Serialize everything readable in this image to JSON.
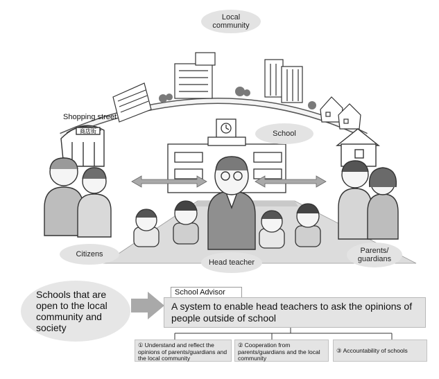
{
  "labels": {
    "local_community": "Local\ncommunity",
    "shopping_street": "Shopping street",
    "shop_sign": "商店街",
    "school": "School",
    "citizens": "Citizens",
    "head_teacher": "Head teacher",
    "parents_guardians": "Parents/\nguardians"
  },
  "bottom": {
    "left_text": "Schools that are open to the local community and society",
    "advisor_tag": "School Advisor",
    "advisor_text": "A system to enable head teachers to ask the opinions of people outside of school",
    "items": [
      {
        "num": "①",
        "text": "Understand and reflect the opinions of parents/guardians and the local community"
      },
      {
        "num": "②",
        "text": "Cooperation from parents/guardians and the local community"
      },
      {
        "num": "③",
        "text": "Accountability of schools"
      }
    ]
  },
  "colors": {
    "oval_fill": "#e3e3e3",
    "box_fill": "#e4e4e4",
    "arrow_fill": "#a9a9a9",
    "line": "#333333"
  }
}
